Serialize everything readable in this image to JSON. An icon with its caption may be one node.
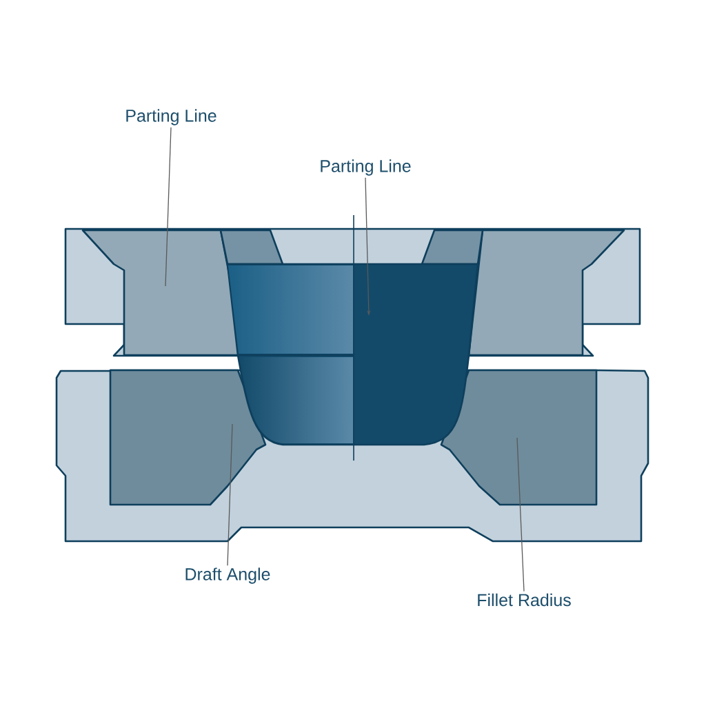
{
  "diagram": {
    "nodes": [
      {
        "text": [
          "Parting Line"
        ]
      },
      {
        "text": [
          "Parting Line"
        ]
      },
      {
        "text": [
          "Draft Angle"
        ]
      },
      {
        "text": [
          "Fillet Radius"
        ]
      }
    ],
    "edges": [
      {
        "from": 0,
        "to": null,
        "arrow": "none"
      },
      {
        "from": 1,
        "to": null,
        "arrow": "to"
      },
      {
        "from": 2,
        "to": null,
        "arrow": "none"
      },
      {
        "from": 3,
        "to": null,
        "arrow": "none"
      }
    ]
  }
}
